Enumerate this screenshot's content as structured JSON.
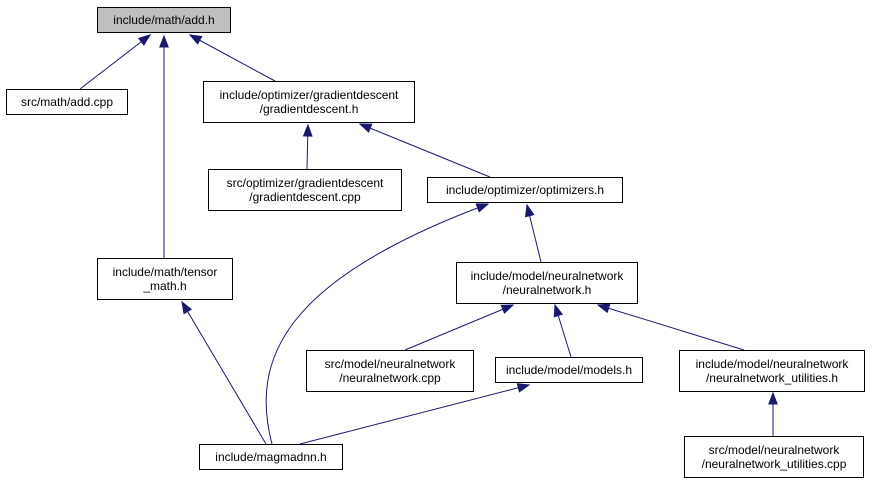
{
  "graph": {
    "edge_color": "#191970",
    "current_fill": "#bfbfbf",
    "nodes": [
      {
        "id": "add_h",
        "lines": [
          "include/math/add.h"
        ],
        "current": true
      },
      {
        "id": "add_cpp",
        "lines": [
          "src/math/add.cpp"
        ]
      },
      {
        "id": "gd_h",
        "lines": [
          "include/optimizer/gradientdescent",
          "/gradientdescent.h"
        ]
      },
      {
        "id": "gd_cpp",
        "lines": [
          "src/optimizer/gradientdescent",
          "/gradientdescent.cpp"
        ]
      },
      {
        "id": "optimizers_h",
        "lines": [
          "include/optimizer/optimizers.h"
        ]
      },
      {
        "id": "tensor_math_h",
        "lines": [
          "include/math/tensor",
          "_math.h"
        ]
      },
      {
        "id": "nn_h",
        "lines": [
          "include/model/neuralnetwork",
          "/neuralnetwork.h"
        ]
      },
      {
        "id": "nn_cpp",
        "lines": [
          "src/model/neuralnetwork",
          "/neuralnetwork.cpp"
        ]
      },
      {
        "id": "models_h",
        "lines": [
          "include/model/models.h"
        ]
      },
      {
        "id": "nnu_h",
        "lines": [
          "include/model/neuralnetwork",
          "/neuralnetwork_utilities.h"
        ]
      },
      {
        "id": "magmadnn_h",
        "lines": [
          "include/magmadnn.h"
        ]
      },
      {
        "id": "nnu_cpp",
        "lines": [
          "src/model/neuralnetwork",
          "/neuralnetwork_utilities.cpp"
        ]
      }
    ],
    "edges": [
      {
        "from": "add_h",
        "to": "add_cpp"
      },
      {
        "from": "add_h",
        "to": "gd_h"
      },
      {
        "from": "add_h",
        "to": "tensor_math_h"
      },
      {
        "from": "gd_h",
        "to": "gd_cpp"
      },
      {
        "from": "gd_h",
        "to": "optimizers_h"
      },
      {
        "from": "optimizers_h",
        "to": "nn_h"
      },
      {
        "from": "optimizers_h",
        "to": "magmadnn_h"
      },
      {
        "from": "tensor_math_h",
        "to": "magmadnn_h"
      },
      {
        "from": "nn_h",
        "to": "nn_cpp"
      },
      {
        "from": "nn_h",
        "to": "models_h"
      },
      {
        "from": "nn_h",
        "to": "nnu_h"
      },
      {
        "from": "models_h",
        "to": "magmadnn_h"
      },
      {
        "from": "nnu_h",
        "to": "nnu_cpp"
      }
    ]
  }
}
